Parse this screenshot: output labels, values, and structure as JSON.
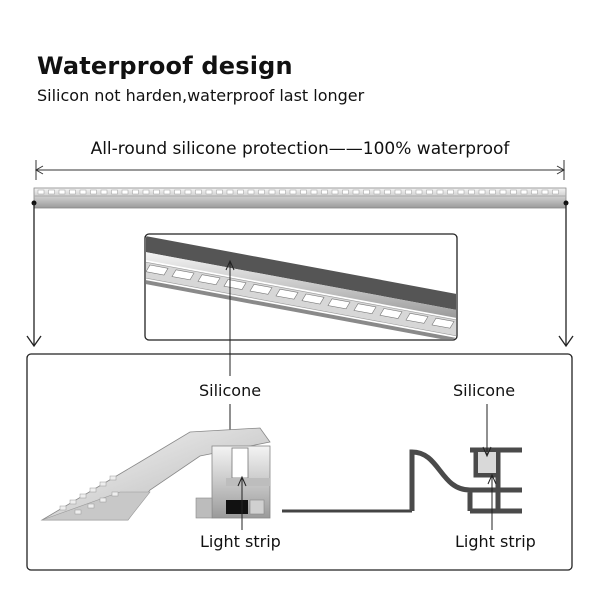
{
  "header": {
    "title": "Waterproof design",
    "subtitle": "Silicon not harden,waterproof last longer"
  },
  "profile": {
    "span_label": "All-round silicone protection——100% waterproof"
  },
  "cross_section": {
    "left_silicone_label": "Silicone",
    "left_strip_label": "Light strip",
    "right_silicone_label": "Silicone",
    "right_strip_label": "Light strip"
  }
}
